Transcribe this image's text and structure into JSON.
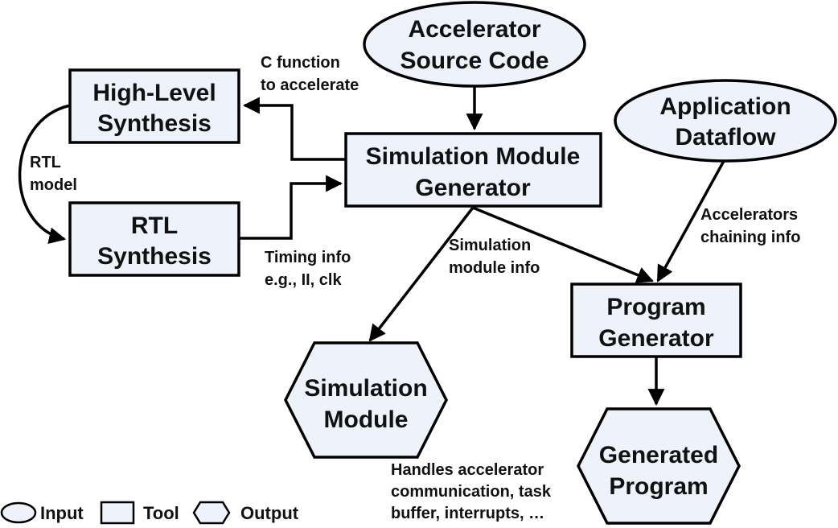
{
  "nodes": {
    "accelerator_source": {
      "type": "input",
      "lines": [
        "Accelerator",
        "Source Code"
      ]
    },
    "application_dataflow": {
      "type": "input",
      "lines": [
        "Application",
        "Dataflow"
      ]
    },
    "high_level_synthesis": {
      "type": "tool",
      "lines": [
        "High-Level",
        "Synthesis"
      ]
    },
    "rtl_synthesis": {
      "type": "tool",
      "lines": [
        "RTL",
        "Synthesis"
      ]
    },
    "sim_module_generator": {
      "type": "tool",
      "lines": [
        "Simulation Module",
        "Generator"
      ]
    },
    "program_generator": {
      "type": "tool",
      "lines": [
        "Program",
        "Generator"
      ]
    },
    "simulation_module": {
      "type": "output",
      "lines": [
        "Simulation",
        "Module"
      ]
    },
    "generated_program": {
      "type": "output",
      "lines": [
        "Generated",
        "Program"
      ]
    }
  },
  "edges": [
    {
      "from": "accelerator_source",
      "to": "sim_module_generator",
      "label": []
    },
    {
      "from": "sim_module_generator",
      "to": "high_level_synthesis",
      "label": [
        "C function",
        "to accelerate"
      ]
    },
    {
      "from": "high_level_synthesis",
      "to": "rtl_synthesis",
      "label": [
        "RTL",
        "model"
      ]
    },
    {
      "from": "rtl_synthesis",
      "to": "sim_module_generator",
      "label": [
        "Timing info",
        "e.g., II, clk"
      ]
    },
    {
      "from": "sim_module_generator",
      "to": "simulation_module",
      "label": [
        "Simulation",
        "module info"
      ]
    },
    {
      "from": "sim_module_generator",
      "to": "program_generator",
      "label": []
    },
    {
      "from": "application_dataflow",
      "to": "program_generator",
      "label": [
        "Accelerators",
        "chaining info"
      ]
    },
    {
      "from": "program_generator",
      "to": "generated_program",
      "label": []
    }
  ],
  "annotation": [
    "Handles accelerator",
    "communication, task",
    "buffer, interrupts, …"
  ],
  "legend": {
    "input": "Input",
    "tool": "Tool",
    "output": "Output"
  },
  "colors": {
    "node_fill": "#eef2fa",
    "stroke": "#000000"
  }
}
